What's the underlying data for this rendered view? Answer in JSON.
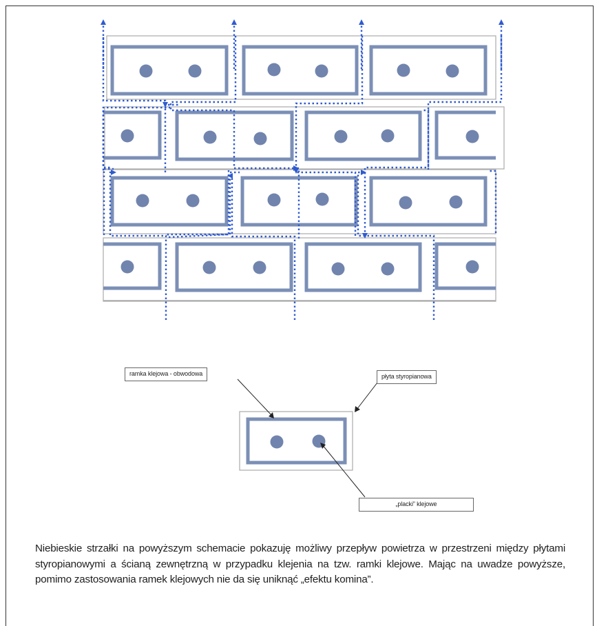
{
  "labels": {
    "glue_frame": "ramka klejowa - obwodowa",
    "board": "płyta styropianowa",
    "glue_dabs": "„placki” klejowe"
  },
  "caption": "Niebieskie strzałki na powyższym schemacie pokazuję możliwy przepływ powietrza w przestrzeni między płytami styropianowymi a ścianą zewnętrzną w przypadku klejenia na tzw. ramki klejowe. Mając na uwadze powyższe, pomimo zastosowania ramek klejowych nie da się uniknąć „efektu komina”.",
  "colors": {
    "frame_blue": "#7b8fb6",
    "dot_blue": "#7184ad",
    "arrow_blue": "#2f5bd0",
    "board_outline": "#aaaaaa"
  }
}
